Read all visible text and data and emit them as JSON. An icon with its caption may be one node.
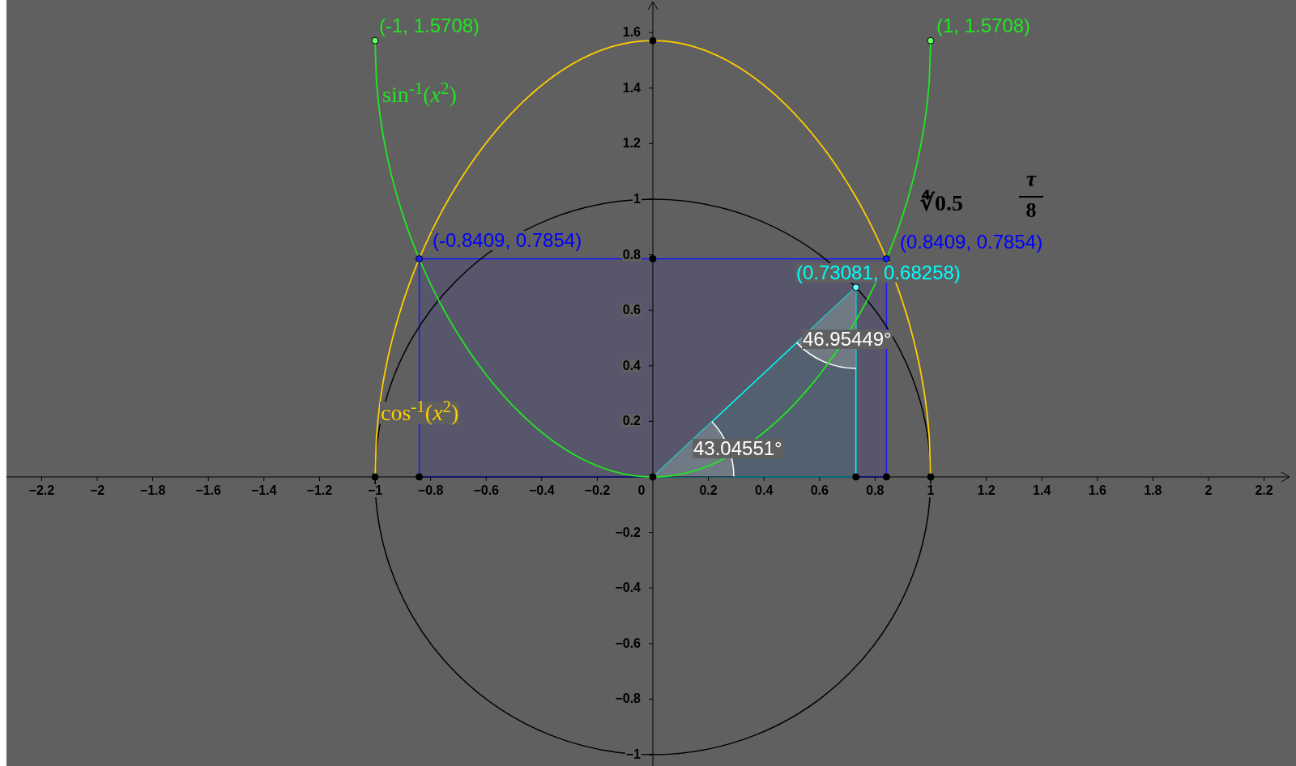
{
  "diagram": {
    "labels": [
      "(-1, 1.5708)",
      "(1, 1.5708)",
      "sin$^{-1}$(*x*$^{2}$)",
      "τ",
      "∜0.5",
      "8",
      "(-0.8409, 0.7854)",
      "(0.8409, 0.7854)",
      "(0.73081, 0.68258)",
      "46.95449°",
      "cos$^{-1}$(*x*$^{2}$)",
      "43.04551°",
      "1.6",
      "1.4",
      "1.2",
      "1",
      "0.8",
      "0.6",
      "0.4",
      "0.2",
      "−0.2",
      "−0.4",
      "−0.6",
      "−0.8",
      "−1",
      "−2.2",
      "−2",
      "−1.8",
      "−1.6",
      "−1.4",
      "−1.2",
      "−1",
      "−0.8",
      "−0.6",
      "−0.4",
      "−0.2",
      "0",
      "0.2",
      "0.4",
      "0.6",
      "0.8",
      "1",
      "1.2",
      "1.4",
      "1.6",
      "1.8",
      "2",
      "2.2"
    ]
  }
}
